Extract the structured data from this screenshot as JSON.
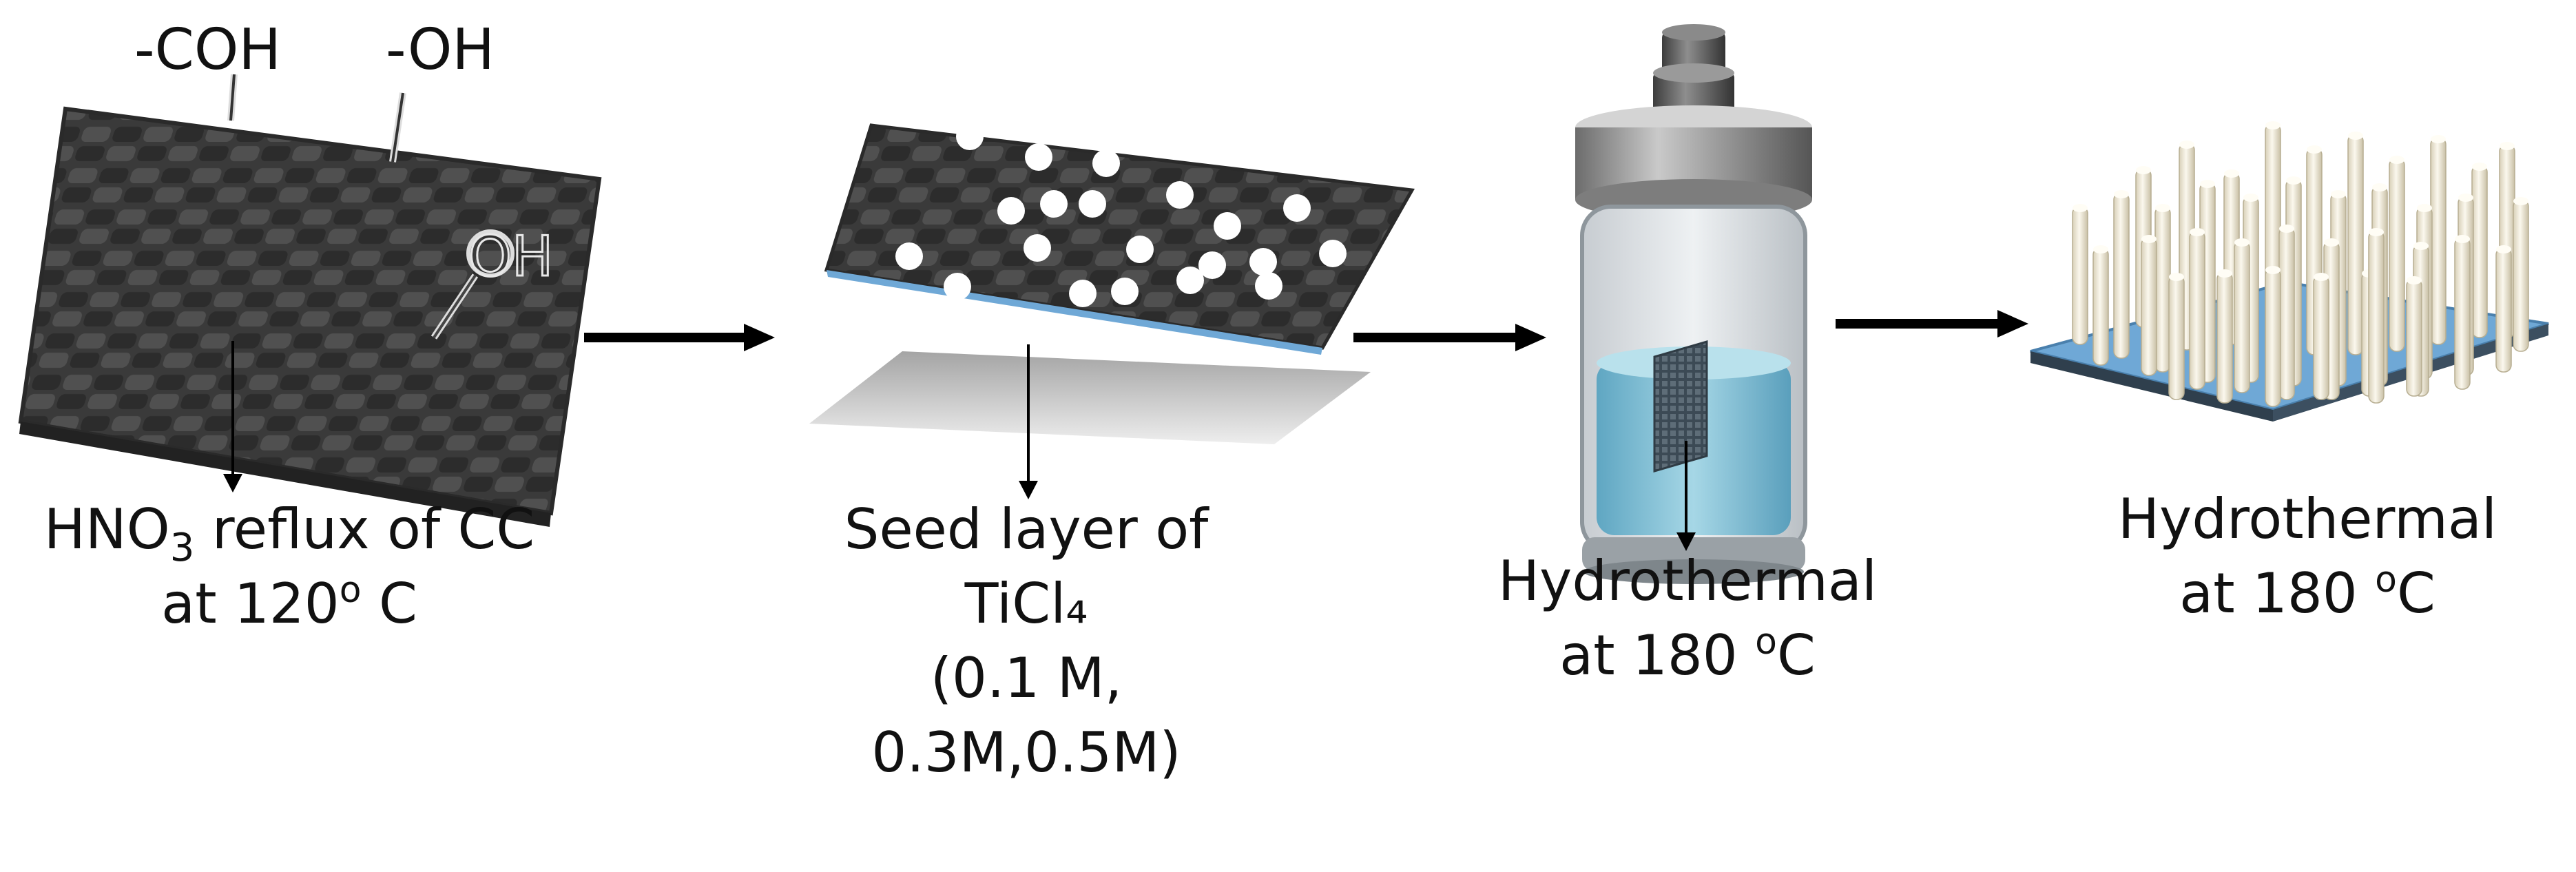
{
  "step1": {
    "groups": [
      "-COH",
      "-OH",
      "OH"
    ],
    "caption_chem": "HNO",
    "caption_sub": "3",
    "caption_rest": " reflux of CC",
    "caption_line2_pre": "at 120",
    "caption_sup": "o",
    "caption_line2_post": " C"
  },
  "step2": {
    "line1": "Seed layer of",
    "line2": "TiCl₄",
    "line3": "(0.1 M,",
    "line4": "0.3M,0.5M)"
  },
  "step3": {
    "line1": "Hydrothermal",
    "line2_pre": "at 180 ",
    "sup": "o",
    "line2_post": "C"
  },
  "step4": {
    "line1": "Hydrothermal",
    "line2_pre": "at 180 ",
    "sup": "o",
    "line2_post": "C"
  },
  "colors": {
    "carbon_cloth": "#3b3b3b",
    "seed_dot": "#ffffff",
    "substrate_blue": "#6fa8d6",
    "nanorod": "#f3eedf",
    "water": "#8ec9de",
    "arrow": "#000000"
  }
}
